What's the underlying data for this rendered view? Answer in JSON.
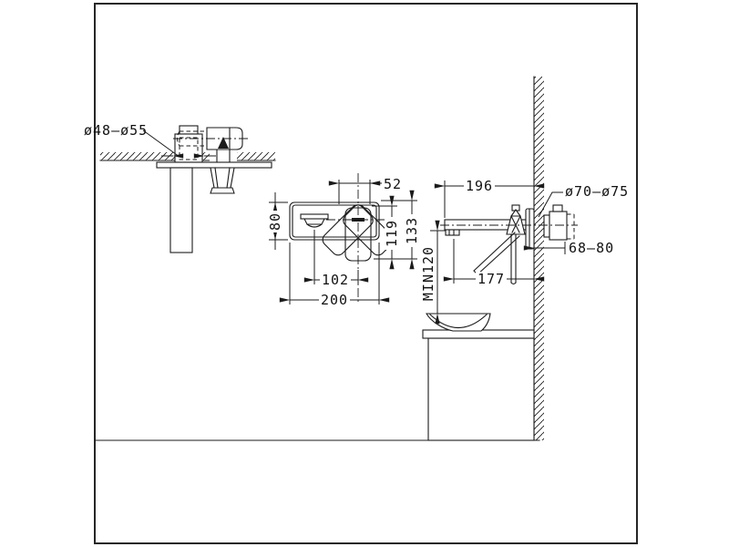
{
  "colors": {
    "background": "#ffffff",
    "line": "#1b1b1b",
    "text": "#111111"
  },
  "views": {
    "top_view": {
      "label_hole_diameter": "ø48–ø55"
    },
    "front_view": {
      "dim_handle_width": "52",
      "dim_plate_height": "80",
      "dim_handle_height": "119",
      "dim_total_height": "133",
      "dim_spout_to_handle": "102",
      "dim_plate_width": "200"
    },
    "side_view": {
      "dim_spout_reach": "196",
      "label_escutcheon_diameter": "ø70–ø75",
      "dim_wall_depth": "68–80",
      "dim_outlet_to_wall": "177",
      "dim_min_clearance": "MIN120"
    }
  }
}
